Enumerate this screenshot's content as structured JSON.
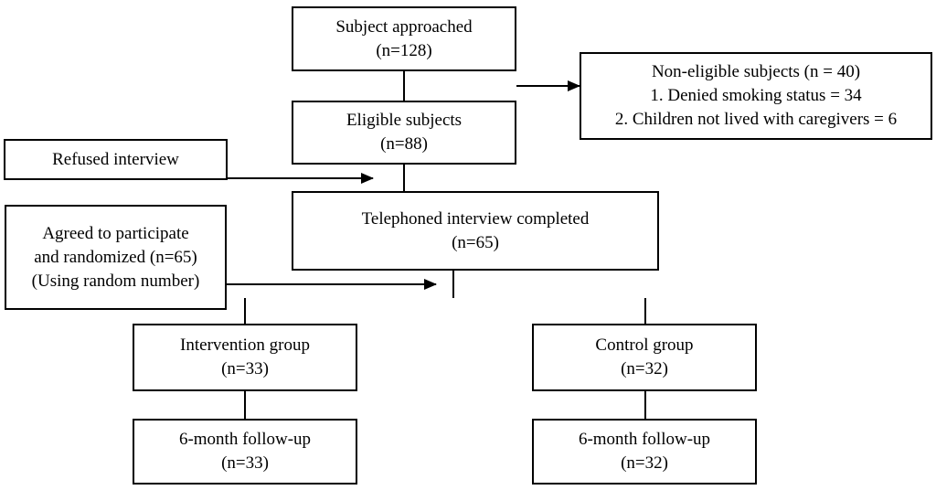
{
  "boxes": {
    "approached": {
      "title": "Subject approached",
      "count": "(n=128)"
    },
    "non_eligible": {
      "title": "Non-eligible subjects (n = 40)",
      "reason1": "1. Denied smoking status = 34",
      "reason2": "2. Children not lived with caregivers = 6"
    },
    "eligible": {
      "title": "Eligible subjects",
      "count": "(n=88)"
    },
    "refused": {
      "title": "Refused interview"
    },
    "telephoned": {
      "title": "Telephoned interview completed",
      "count": "(n=65)"
    },
    "agreed": {
      "line1": "Agreed to participate",
      "line2": "and randomized (n=65)",
      "line3": "(Using random number)"
    },
    "intervention": {
      "title": "Intervention group",
      "count": "(n=33)"
    },
    "control": {
      "title": "Control group",
      "count": "(n=32)"
    },
    "followup_intervention": {
      "title": "6-month follow-up",
      "count": "(n=33)"
    },
    "followup_control": {
      "title": "6-month follow-up",
      "count": "(n=32)"
    }
  }
}
